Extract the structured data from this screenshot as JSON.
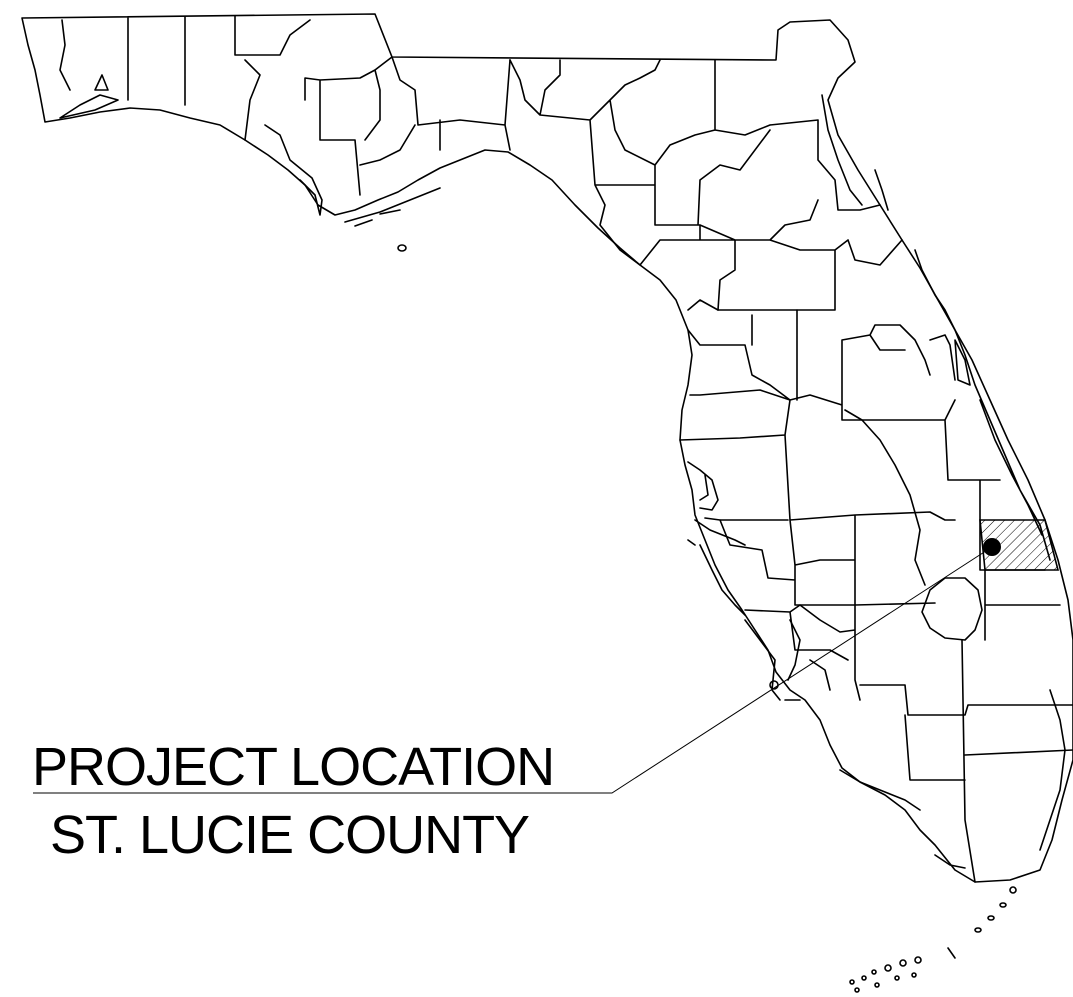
{
  "map": {
    "label_line1": "PROJECT LOCATION",
    "label_line2": "ST. LUCIE COUNTY",
    "highlighted_county": "St. Lucie County",
    "outline_color": "#000000",
    "background_color": "#ffffff"
  }
}
